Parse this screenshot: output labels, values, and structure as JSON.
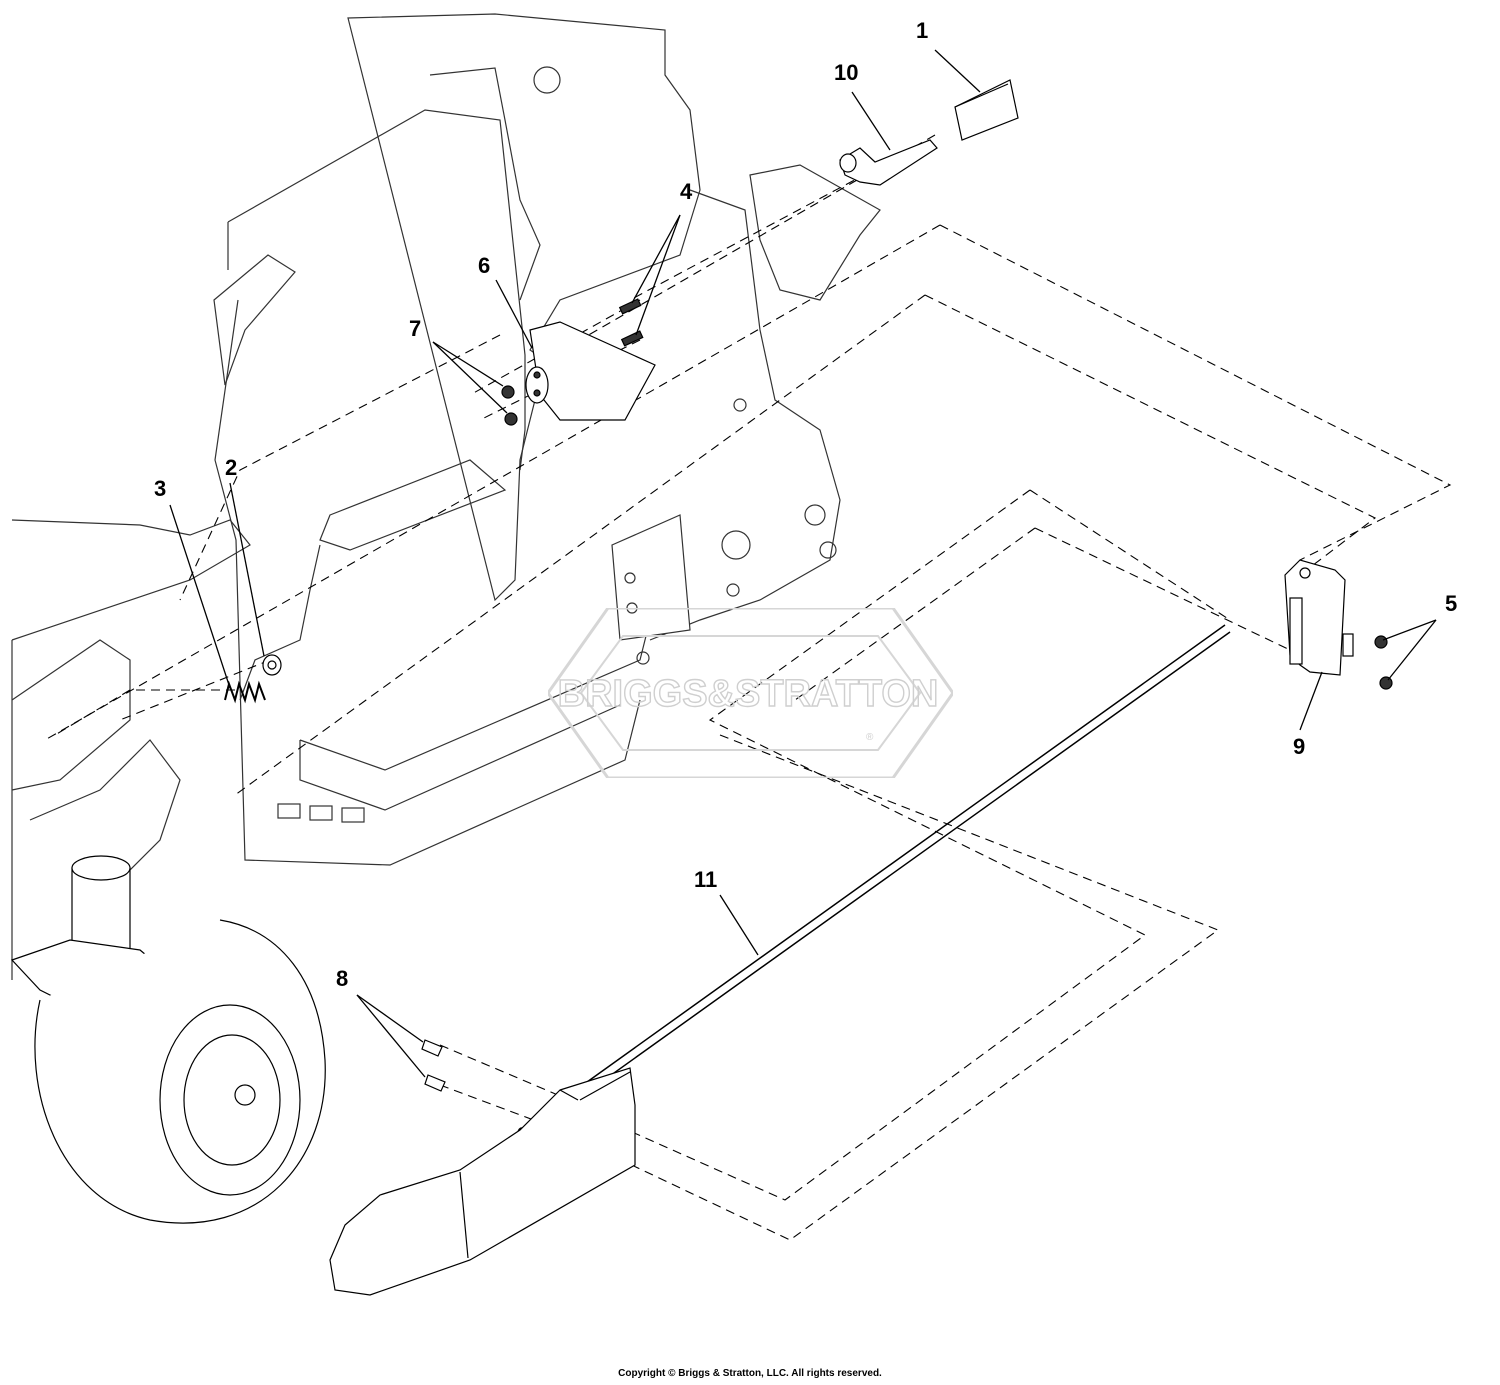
{
  "callouts": [
    {
      "id": "1",
      "label": "1"
    },
    {
      "id": "2",
      "label": "2"
    },
    {
      "id": "3",
      "label": "3"
    },
    {
      "id": "4",
      "label": "4"
    },
    {
      "id": "5",
      "label": "5"
    },
    {
      "id": "6",
      "label": "6"
    },
    {
      "id": "7",
      "label": "7"
    },
    {
      "id": "8",
      "label": "8"
    },
    {
      "id": "9",
      "label": "9"
    },
    {
      "id": "10",
      "label": "10"
    },
    {
      "id": "11",
      "label": "11"
    }
  ],
  "watermark": {
    "text": "BRIGGS&STRATTON",
    "mark": "®"
  },
  "copyright": "Copyright © Briggs & Stratton, LLC. All rights reserved.",
  "colors": {
    "line": "#000000",
    "part_fill": "#ffffff",
    "watermark": "#d6d6d6",
    "dark_part": "#333333"
  }
}
